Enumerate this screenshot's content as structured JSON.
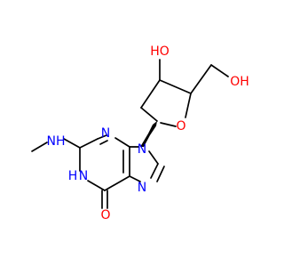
{
  "molecule": {
    "colors": {
      "bond": "#000000",
      "carbon": "#000000",
      "nitrogen": "#0000ff",
      "oxygen": "#ff0000",
      "background": "#ffffff"
    },
    "labels": {
      "ho_top": "HO",
      "oh_right": "OH",
      "ring_o": "O",
      "nh_methyl": "NH",
      "n3": "N",
      "n9": "N",
      "n1h": "N",
      "n1h_h": "H",
      "n7": "N",
      "carbonyl_o": "O"
    }
  }
}
